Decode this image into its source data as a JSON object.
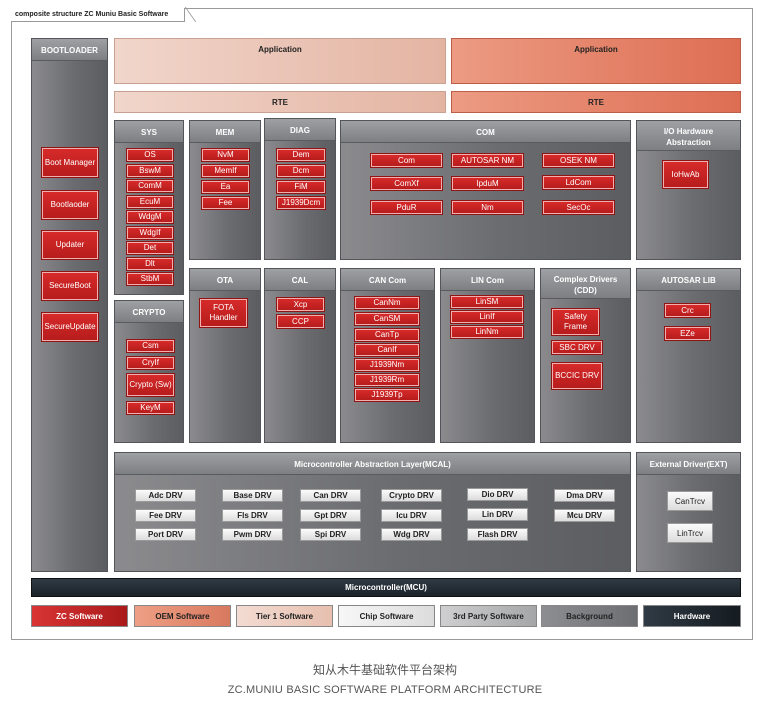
{
  "diagram_tab": "composite structure ZC Muniu Basic Software",
  "bootloader": {
    "title": "BOOTLOADER",
    "items": [
      "Boot Manager",
      "Bootlaoder",
      "Updater",
      "SecureBoot",
      "SecureUpdate"
    ]
  },
  "application": {
    "left": "Application",
    "right": "Application"
  },
  "rte": {
    "left": "RTE",
    "right": "RTE"
  },
  "sys": {
    "title": "SYS",
    "items": [
      "OS",
      "BswM",
      "ComM",
      "EcuM",
      "WdgM",
      "WdgIf",
      "Det",
      "Dlt",
      "StbM"
    ]
  },
  "mem": {
    "title": "MEM",
    "items": [
      "NvM",
      "MemIf",
      "Ea",
      "Fee"
    ]
  },
  "diag": {
    "title": "DIAG",
    "items": [
      "Dem",
      "Dcm",
      "FiM",
      "J1939Dcm"
    ]
  },
  "com": {
    "title": "COM",
    "items": [
      "Com",
      "AUTOSAR NM",
      "OSEK NM",
      "ComXf",
      "IpduM",
      "LdCom",
      "PduR",
      "Nm",
      "SecOc"
    ]
  },
  "io_hw": {
    "title": "I/O Hardware Abstraction",
    "items": [
      "IoHwAb"
    ]
  },
  "crypto": {
    "title": "CRYPTO",
    "items": [
      "Csm",
      "CryIf",
      "Crypto (Sw)",
      "KeyM"
    ]
  },
  "ota": {
    "title": "OTA",
    "items": [
      "FOTA Handler"
    ]
  },
  "cal": {
    "title": "CAL",
    "items": [
      "Xcp",
      "CCP"
    ]
  },
  "can_com": {
    "title": "CAN Com",
    "items": [
      "CanNm",
      "CanSM",
      "CanTp",
      "CanIf",
      "J1939Nm",
      "J1939Rm",
      "J1939Tp"
    ]
  },
  "lin_com": {
    "title": "LIN Com",
    "items": [
      "LinSM",
      "LinIf",
      "LinNm"
    ]
  },
  "cdd": {
    "title": "Complex Drivers (CDD)",
    "items": [
      "Safety Frame",
      "SBC DRV",
      "BCCIC DRV"
    ]
  },
  "autosar_lib": {
    "title": "AUTOSAR LIB",
    "items": [
      "Crc",
      "EZe"
    ]
  },
  "mcal": {
    "title": "Microcontroller Abstraction Layer(MCAL)",
    "items": [
      "Adc DRV",
      "Base DRV",
      "Can DRV",
      "Crypto DRV",
      "Dio DRV",
      "Dma DRV",
      "Fee DRV",
      "Fls DRV",
      "Gpt DRV",
      "Icu DRV",
      "Lin DRV",
      "Mcu DRV",
      "Port DRV",
      "Pwm DRV",
      "Spi DRV",
      "Wdg DRV",
      "Flash DRV"
    ]
  },
  "ext": {
    "title": "External Driver(EXT)",
    "items": [
      "CanTrcv",
      "LinTrcv"
    ]
  },
  "mcu": {
    "label": "Microcontroller(MCU)"
  },
  "legend": [
    {
      "label": "ZC Software",
      "color": "#c62828"
    },
    {
      "label": "OEM Software",
      "color": "#e08c70"
    },
    {
      "label": "Tier 1 Software",
      "color": "#efcfc3"
    },
    {
      "label": "Chip Software",
      "color": "#ececec"
    },
    {
      "label": "3rd Party Software",
      "color": "#b9b9bb"
    },
    {
      "label": "Background",
      "color": "#7d7e82"
    },
    {
      "label": "Hardware",
      "color": "#222b33"
    }
  ],
  "caption": {
    "zh": "知从木牛基础软件平台架构",
    "en": "ZC.MUNIU BASIC SOFTWARE PLATFORM ARCHITECTURE"
  }
}
